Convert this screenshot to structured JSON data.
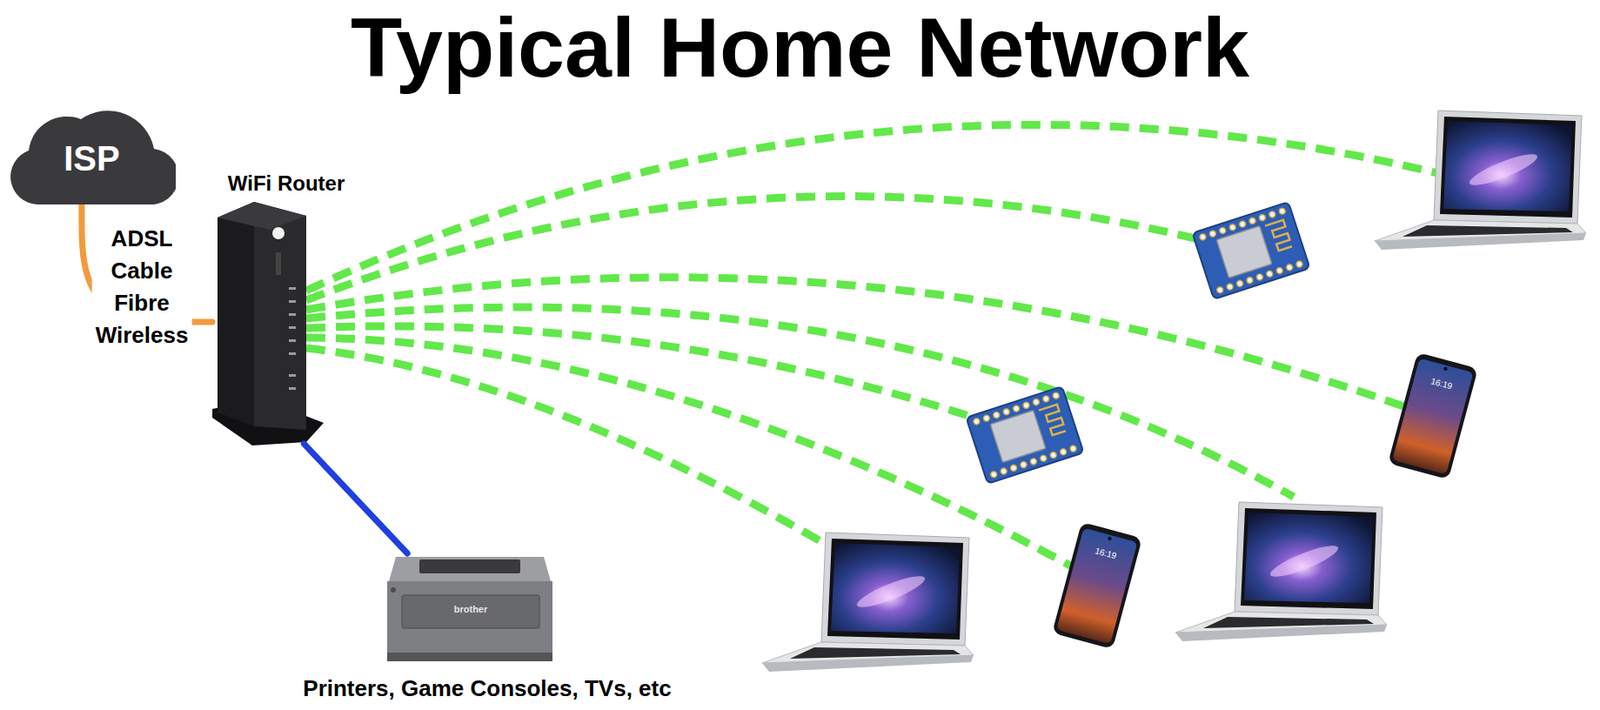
{
  "diagram": {
    "title": "Typical Home Network",
    "nodes": [
      {
        "text": [
          "ISP"
        ]
      },
      {
        "text": [
          "WiFi Router"
        ]
      },
      {
        "text": [
          "Printers, Game Consoles, TVs, etc"
        ]
      }
    ],
    "edges": [
      {
        "from": 0,
        "to": 1,
        "arrow": "none",
        "label": "ADSL Cable Fibre Wireless"
      },
      {
        "from": 1,
        "to": 2,
        "arrow": "none"
      }
    ],
    "labels": [
      "brother",
      "16:19",
      "16:19"
    ]
  }
}
